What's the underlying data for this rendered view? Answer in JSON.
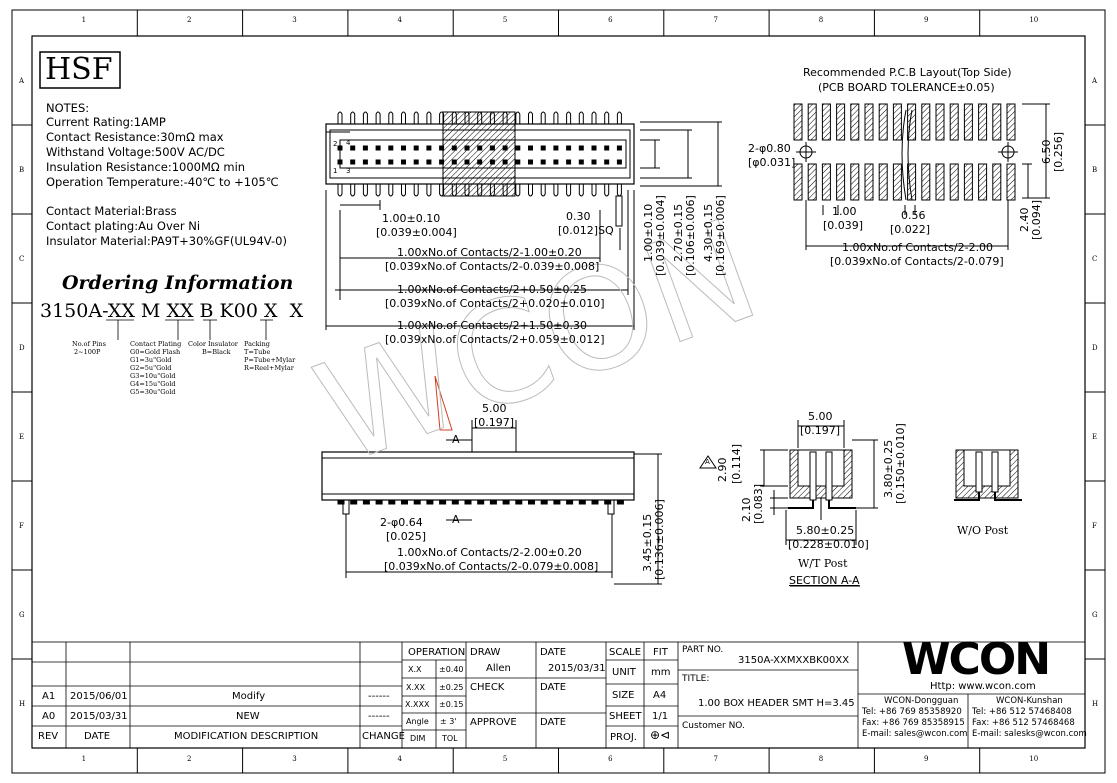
{
  "border": {
    "cols": [
      "1",
      "2",
      "3",
      "4",
      "5",
      "6",
      "7",
      "8",
      "9",
      "10"
    ],
    "rows": [
      "A",
      "B",
      "C",
      "D",
      "E",
      "F",
      "G",
      "H"
    ]
  },
  "logo": "HSF",
  "notes": {
    "heading": "NOTES:",
    "lines": [
      "Current Rating:1AMP",
      "Contact Resistance:30mΩ  max",
      "Withstand Voltage:500V AC/DC",
      "Insulation Resistance:1000MΩ min",
      "Operation Temperature:-40℃ to +105℃",
      "Contact Material:Brass",
      "Contact plating:Au Over Ni",
      "Insulator Material:PA9T+30%GF(UL94V-0)"
    ]
  },
  "ordering": {
    "title": "Ordering Information",
    "code": [
      "3150A-",
      "XX",
      " M ",
      "XX",
      " B ",
      "K00",
      "X",
      "X"
    ],
    "pins": [
      "No.of Pins",
      "2~100P"
    ],
    "plating": [
      "Contact Plating",
      "G0=Gold Flash",
      "G1=3u\"Gold",
      "G2=5u\"Gold",
      "G3=10u\"Gold",
      "G4=15u\"Gold",
      "G5=30u\"Gold"
    ],
    "color": [
      "Color Insulator",
      "B=Black"
    ],
    "packing": [
      "Packing",
      "T=Tube",
      "P=Tube+Mylar",
      "R=Reel+Mylar"
    ]
  },
  "top_view": {
    "pin_labels": [
      "2",
      "4",
      "1",
      "3"
    ],
    "dims": {
      "pitch": [
        "1.00±0.10",
        "[0.039±0.004]"
      ],
      "sq": [
        "0.30",
        "[0.012]SQ"
      ],
      "a": [
        "1.00xNo.of Contacts/2-1.00±0.20",
        "[0.039xNo.of Contacts/2-0.039±0.008]"
      ],
      "b": [
        "1.00xNo.of Contacts/2+0.50±0.25",
        "[0.039xNo.of Contacts/2+0.020±0.010]"
      ],
      "c": [
        "1.00xNo.of Contacts/2+1.50±0.30",
        "[0.039xNo.of Contacts/2+0.059±0.012]"
      ],
      "v1": "1.00±0.10",
      "v1b": "[0.039±0.004]",
      "v2": "2.70±0.15",
      "v2b": "[0.106±0.006]",
      "v3": "4.30±0.15",
      "v3b": "[0.169±0.006]"
    }
  },
  "pcb": {
    "title1": "Recommended P.C.B Layout(Top Side)",
    "title2": "(PCB BOARD TOLERANCE±0.05)",
    "hole": [
      "2-φ0.80",
      "[φ0.031]"
    ],
    "pitch": [
      "1.00",
      "[0.039]"
    ],
    "pad": [
      "0.56",
      "[0.022]"
    ],
    "h1": [
      "6.50",
      "[0.256]"
    ],
    "h2": [
      "2.40",
      "[0.094]"
    ],
    "width": [
      "1.00xNo.of Contacts/2-2.00",
      "[0.039xNo.of Contacts/2-0.079]"
    ]
  },
  "side_view": {
    "w": [
      "5.00",
      "[0.197]"
    ],
    "a_label": "A",
    "post": [
      "2-φ0.64",
      "[0.025]"
    ],
    "len": [
      "1.00xNo.of Contacts/2-2.00±0.20",
      "[0.039xNo.of Contacts/2-0.079±0.008]"
    ],
    "h": [
      "3.45±0.15",
      "[0.136±0.006]"
    ]
  },
  "section": {
    "w": [
      "5.00",
      "[0.197]"
    ],
    "h1": [
      "2.90",
      "[0.114]"
    ],
    "h2": [
      "2.10",
      "[0.083]"
    ],
    "h3": [
      "3.80±0.25",
      "[0.150±0.010]"
    ],
    "base": [
      "5.80±0.25",
      "[0.228±0.010]"
    ],
    "wt": "W/T Post",
    "wo": "W/O Post",
    "caption": "SECTION A-A",
    "tri": "A"
  },
  "watermark": "WCON",
  "title_block": {
    "rev_rows": [
      {
        "rev": "A1",
        "date": "2015/06/01",
        "desc": "Modify",
        "change": "------"
      },
      {
        "rev": "A0",
        "date": "2015/03/31",
        "desc": "NEW",
        "change": "------"
      }
    ],
    "rev_header": {
      "rev": "REV",
      "date": "DATE",
      "desc": "MODIFICATION DESCRIPTION",
      "change": "CHANGE"
    },
    "operation": "OPERATION",
    "tol": [
      [
        "X.X",
        "±0.40"
      ],
      [
        "X.XX",
        "±0.25"
      ],
      [
        "X.XXX",
        "±0.15"
      ],
      [
        "Angle",
        "± 3'"
      ],
      [
        "DIM",
        "TOL"
      ]
    ],
    "draw": "DRAW",
    "draw_name": "Allen",
    "check": "CHECK",
    "approve": "APPROVE",
    "date": "DATE",
    "date_val": "2015/03/31",
    "scale": "SCALE",
    "fit": "FIT",
    "unit": "UNIT",
    "mm": "mm",
    "size": "SIZE",
    "a4": "A4",
    "sheet": "SHEET",
    "sheet_val": "1/1",
    "proj": "PROJ.",
    "part_no_label": "PART NO.",
    "part_no": "3150A-XXMXXBK00XX",
    "title_label": "TITLE:",
    "title": "1.00 BOX HEADER SMT H=3.45",
    "customer": "Customer NO.",
    "brand": "WCON",
    "http": "Http: www.wcon.com",
    "dongguan": [
      "WCON-Dongguan",
      "Tel: +86 769 85358920",
      "Fax: +86 769 85358915",
      "E-mail: sales@wcon.com"
    ],
    "kunshan": [
      "WCON-Kunshan",
      "Tel: +86 512 57468408",
      "Fax: +86 512 57468468",
      "E-mail: salesks@wcon.com"
    ]
  }
}
